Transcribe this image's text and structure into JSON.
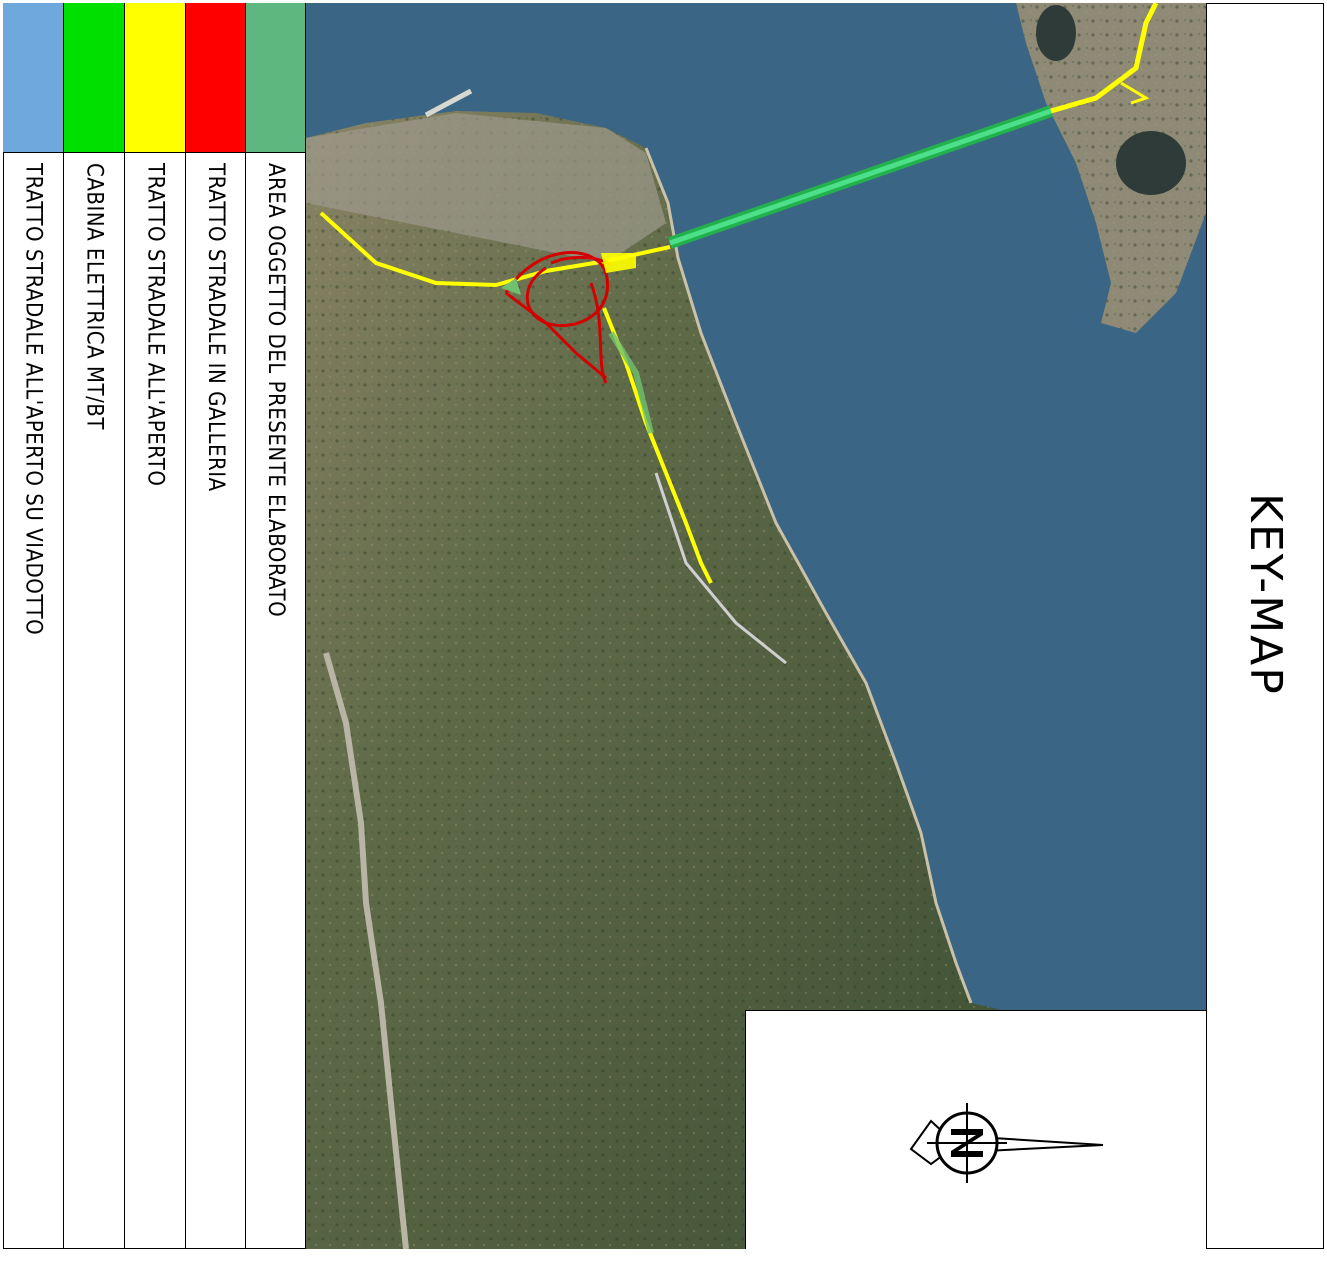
{
  "legend": {
    "items": [
      {
        "label": "TRATTO STRADALE ALL'APERTO SU VIADOTTO",
        "color": "#6fa8dc"
      },
      {
        "label": "CABINA ELETTRICA MT/BT",
        "color": "#00e000"
      },
      {
        "label": "TRATTO STRADALE ALL'APERTO",
        "color": "#ffff00"
      },
      {
        "label": "TRATTO STRADALE IN GALLERIA",
        "color": "#ff0000"
      },
      {
        "label": "AREA OGGETTO DEL PRESENTE ELABORATO",
        "color": "#5cb87f"
      }
    ]
  },
  "title": "KEY-MAP",
  "colors": {
    "sea": "#35607f",
    "land": "#5b6e4a",
    "bridge": "#2ecc71"
  },
  "icons": [
    "north-arrow-icon"
  ]
}
